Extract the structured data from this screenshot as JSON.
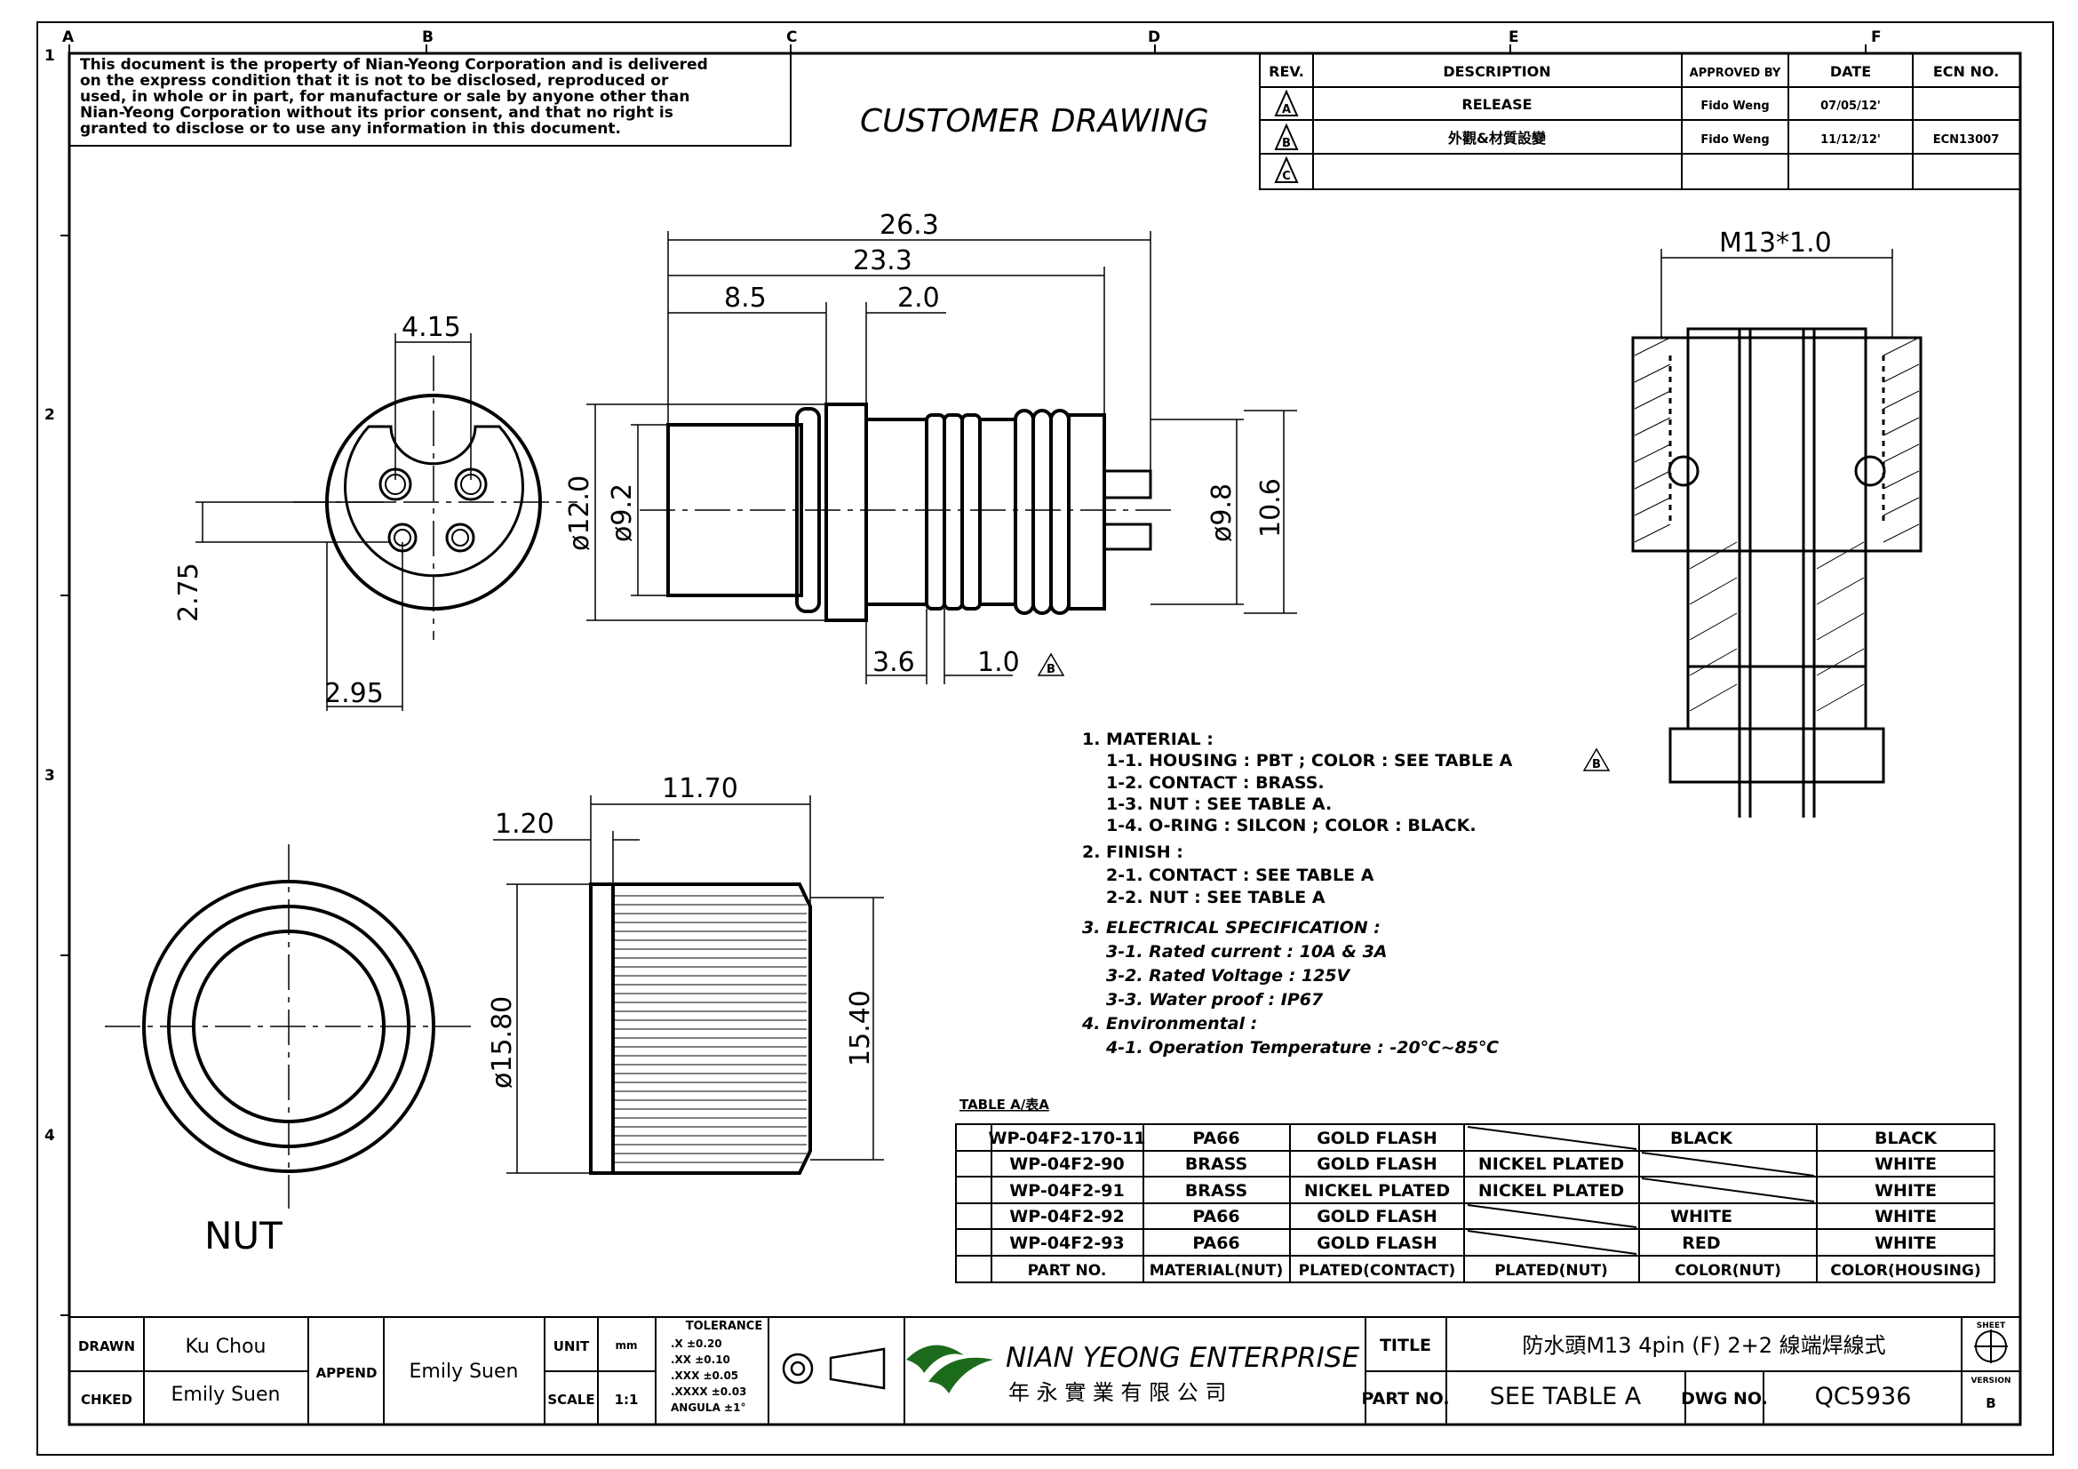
{
  "frame": {
    "cols": [
      "A",
      "B",
      "C",
      "D",
      "E",
      "F"
    ],
    "rows": [
      "1",
      "2",
      "3",
      "4"
    ]
  },
  "notice": [
    "This document is the property of Nian-Yeong Corporation and is delivered",
    "on  the  express condition that it is not to be disclosed, reproduced or",
    "used, in whole or in part, for manufacture or sale by anyone other than",
    "Nian-Yeong Corporation without  its prior consent, and that  no right  is",
    "granted to disclose or to use any information in this  document."
  ],
  "heading": "CUSTOMER  DRAWING",
  "revision_table": {
    "headers": [
      "REV.",
      "DESCRIPTION",
      "APPROVED BY",
      "DATE",
      "ECN NO."
    ],
    "rows": [
      {
        "rev": "A",
        "description": "RELEASE",
        "approved": "Fido Weng",
        "date": "07/05/12'",
        "ecn": ""
      },
      {
        "rev": "B",
        "description": "外觀&材質設變",
        "approved": "Fido Weng",
        "date": "11/12/12'",
        "ecn": "ECN13007"
      },
      {
        "rev": "C",
        "description": "",
        "approved": "",
        "date": "",
        "ecn": ""
      }
    ]
  },
  "dimensions": {
    "front_width": "4.15",
    "front_pin_offset_y": "2.75",
    "front_pin_offset_x": "2.95",
    "side_total": "26.3",
    "side_body": "23.3",
    "side_front": "8.5",
    "side_groove": "2.0",
    "side_dia_flange": "ø12.0",
    "side_dia_body": "ø9.2",
    "side_dia_back": "ø9.8",
    "side_back_height": "10.6",
    "side_seg1": "3.6",
    "side_seg2": "1.0",
    "thread": "M13*1.0",
    "nut_length": "11.70",
    "nut_chamfer": "1.20",
    "nut_dia": "ø15.80",
    "nut_height": "15.40",
    "nut_label": "NUT"
  },
  "notes": [
    "1.  MATERIAL  :",
    "1-1.  HOUSING  :  PBT  ;  COLOR  :  SEE  TABLE  A",
    "1-2.  CONTACT  :  BRASS.",
    "1-3.  NUT  :  SEE  TABLE  A.",
    "1-4.  O-RING  :  SILCON  ;  COLOR  :  BLACK.",
    "2.  FINISH  :",
    "2-1.  CONTACT  :    SEE  TABLE  A",
    "2-2.  NUT  :    SEE  TABLE  A",
    "3.  ELECTRICAL  SPECIFICATION  :",
    "3-1.  Rated  current  :  10A    &  3A",
    "3-2.  Rated  Voltage  :  125V",
    "3-3.  Water  proof  :  IP67",
    "4.  Environmental  :",
    "4-1.  Operation  Temperature  :  -20℃~85℃"
  ],
  "table_a": {
    "title": "TABLE A/表A",
    "rows": [
      [
        "WP-04F2-170-11",
        "PA66",
        "GOLD FLASH",
        "",
        "BLACK",
        "BLACK"
      ],
      [
        "WP-04F2-90",
        "BRASS",
        "GOLD FLASH",
        "NICKEL PLATED",
        "",
        "WHITE"
      ],
      [
        "WP-04F2-91",
        "BRASS",
        "NICKEL PLATED",
        "NICKEL PLATED",
        "",
        "WHITE"
      ],
      [
        "WP-04F2-92",
        "PA66",
        "GOLD FLASH",
        "",
        "WHITE",
        "WHITE"
      ],
      [
        "WP-04F2-93",
        "PA66",
        "GOLD FLASH",
        "",
        "RED",
        "WHITE"
      ]
    ],
    "headers": [
      "PART NO.",
      "MATERIAL(NUT)",
      "PLATED(CONTACT)",
      "PLATED(NUT)",
      "COLOR(NUT)",
      "COLOR(HOUSING)"
    ]
  },
  "title_block": {
    "drawn_label": "DRAWN",
    "drawn": "Ku Chou",
    "checked_label": "CHKED",
    "checked": "Emily Suen",
    "append_label": "APPEND",
    "append": "Emily Suen",
    "unit_label": "UNIT",
    "unit": "mm",
    "scale_label": "SCALE",
    "scale": "1:1",
    "tolerance_title": "TOLERANCE",
    "tolerance": [
      ".X      ±0.20",
      ".XX     ±0.10",
      ".XXX    ±0.05",
      ".XXXX   ±0.03",
      "ANGULA   ±1°"
    ],
    "company": "NIAN YEONG ENTERPRISE",
    "company_cn": "年 永 實 業 有 限 公 司",
    "title_label": "TITLE",
    "title": "防水頭M13  4pin  (F)  2+2  線端焊線式",
    "part_label": "PART NO.",
    "part": "SEE  TABLE  A",
    "dwg_label": "DWG NO.",
    "dwg": "QC5936",
    "sheet_label": "SHEET",
    "version_label": "VERSION",
    "version": "B"
  }
}
